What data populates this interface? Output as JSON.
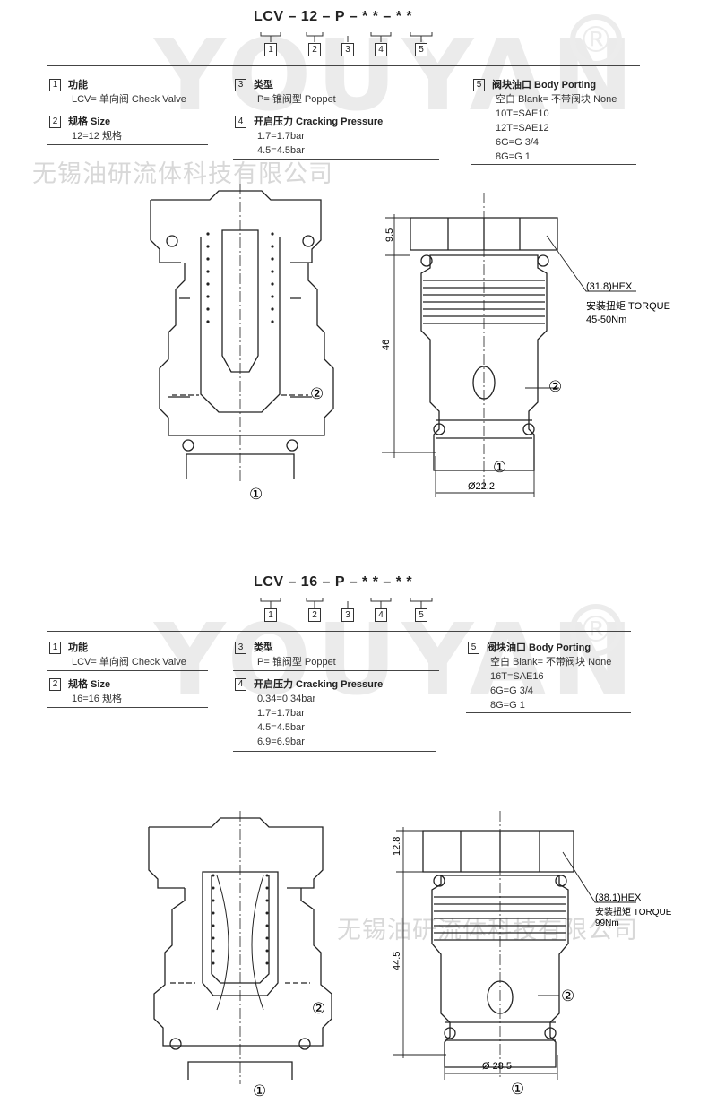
{
  "watermark": {
    "brand": "YOUYAN",
    "registered": "®",
    "company": "无锡油研流体科技有限公司"
  },
  "section1": {
    "code": "LCV – 12 – P – * * – * *",
    "code_boxes": [
      "1",
      "2",
      "3",
      "4",
      "5"
    ],
    "items": {
      "i1": {
        "num": "1",
        "title": "功能",
        "lines": [
          "LCV= 单向阀 Check Valve"
        ]
      },
      "i2": {
        "num": "2",
        "title": "规格 Size",
        "lines": [
          "12=12 规格"
        ]
      },
      "i3": {
        "num": "3",
        "title": "类型",
        "lines": [
          "P= 锥阀型 Poppet"
        ]
      },
      "i4": {
        "num": "4",
        "title": "开启压力 Cracking Pressure",
        "lines": [
          "1.7=1.7bar",
          "4.5=4.5bar"
        ]
      },
      "i5": {
        "num": "5",
        "title": "阀块油口 Body Porting",
        "lines": [
          "空白 Blank= 不带阀块 None",
          "10T=SAE10",
          "12T=SAE12",
          "6G=G 3/4",
          "8G=G 1"
        ]
      }
    },
    "drawing": {
      "dim_top": "9.5",
      "dim_body": "46",
      "dim_dia": "Ø22.2",
      "hex": "(31.8)HEX",
      "torque_label": "安装扭矩 TORQUE",
      "torque_value": "45-50Nm",
      "port1": "①",
      "port2": "②"
    }
  },
  "section2": {
    "code": "LCV – 16 – P – * * – * *",
    "code_boxes": [
      "1",
      "2",
      "3",
      "4",
      "5"
    ],
    "items": {
      "i1": {
        "num": "1",
        "title": "功能",
        "lines": [
          "LCV= 单向阀 Check Valve"
        ]
      },
      "i2": {
        "num": "2",
        "title": "规格 Size",
        "lines": [
          "16=16 规格"
        ]
      },
      "i3": {
        "num": "3",
        "title": "类型",
        "lines": [
          "P= 锥阀型 Poppet"
        ]
      },
      "i4": {
        "num": "4",
        "title": "开启压力 Cracking Pressure",
        "lines": [
          "0.34=0.34bar",
          "1.7=1.7bar",
          "4.5=4.5bar",
          "6.9=6.9bar"
        ]
      },
      "i5": {
        "num": "5",
        "title": "阀块油口 Body Porting",
        "lines": [
          "空白 Blank= 不带阀块 None",
          "16T=SAE16",
          "6G=G 3/4",
          "8G=G 1"
        ]
      }
    },
    "drawing": {
      "dim_top": "12.8",
      "dim_body": "44.5",
      "dim_dia": "Ø 28.5",
      "hex": "(38.1)HEX",
      "torque_label": "安装扭矩 TORQUE",
      "torque_value": "99Nm",
      "port1": "①",
      "port2": "②"
    }
  }
}
